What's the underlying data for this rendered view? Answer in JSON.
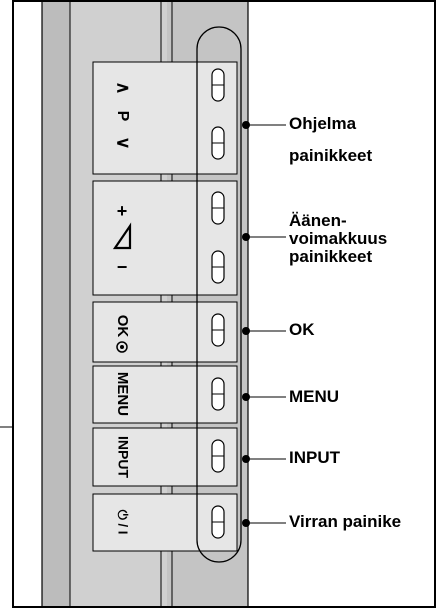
{
  "buttons": {
    "program": {
      "up": "∧",
      "letter": "P",
      "down": "∨"
    },
    "volume": {
      "plus": "+",
      "minus": "−"
    },
    "ok": "OK",
    "menu": "MENU",
    "input": "INPUT",
    "power": "⏻ / I"
  },
  "labels": {
    "program_line1": "Ohjelma",
    "program_line2": "painikkeet",
    "volume_line1": "Äänen-",
    "volume_line2": "voimakkuus",
    "volume_line3": "painikkeet",
    "ok": "OK",
    "menu": "MENU",
    "input": "INPUT",
    "power": "Virran painike"
  }
}
